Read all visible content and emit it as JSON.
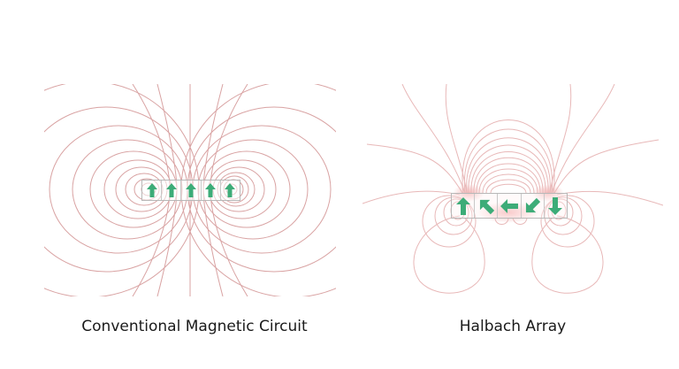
{
  "diagram": {
    "colors": {
      "field_line": "#d9a3a3",
      "field_line_light": "#efc4c4",
      "magnet_border": "#b8b8b8",
      "arrow": "#3dac78",
      "arrow_dark": "#2f8f62",
      "hotspot": "#f4a0a0"
    },
    "left": {
      "caption": "Conventional Magnetic Circuit",
      "magnets": [
        {
          "direction": "up"
        },
        {
          "direction": "up"
        },
        {
          "direction": "up"
        },
        {
          "direction": "up"
        },
        {
          "direction": "up"
        }
      ]
    },
    "right": {
      "caption": "Halbach Array",
      "magnets": [
        {
          "direction": "up"
        },
        {
          "direction": "up-left"
        },
        {
          "direction": "left"
        },
        {
          "direction": "down-left"
        },
        {
          "direction": "down"
        }
      ]
    }
  }
}
